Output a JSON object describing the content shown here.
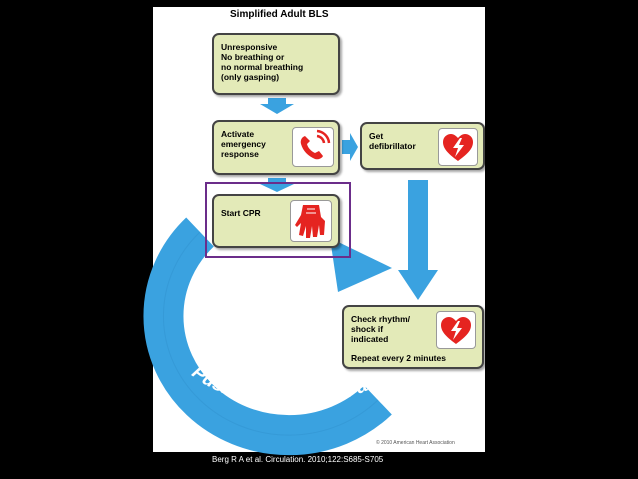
{
  "figure": {
    "title": "Simplified Adult BLS",
    "copyright": "© 2010 American Heart Association"
  },
  "boxes": {
    "unresponsive": {
      "lines": [
        "Unresponsive",
        "No breathing or",
        "no normal breathing",
        "(only gasping)"
      ]
    },
    "activate": {
      "lines": [
        "Activate",
        "emergency",
        "response"
      ],
      "icon": "phone-icon"
    },
    "get_defibrillator": {
      "lines": [
        "Get",
        "defibrillator"
      ],
      "icon": "defibrillator-heart-icon"
    },
    "start_cpr": {
      "lines": [
        "Start CPR"
      ],
      "icon": "hands-cpr-icon"
    },
    "check_rhythm": {
      "lines": [
        "Check rhythm/",
        "shock if",
        "indicated"
      ],
      "repeat": "Repeat every 2 minutes",
      "icon": "defibrillator-heart-icon"
    }
  },
  "cycle_label": "Push Hard • Push Fast",
  "citation": "Berg R A et al. Circulation. 2010;122:S685-S705",
  "colors": {
    "box_fill": "#e3eab8",
    "arrow_blue": "#3aa2e0",
    "icon_red": "#e52420",
    "highlight_purple": "#6b2d8a"
  }
}
